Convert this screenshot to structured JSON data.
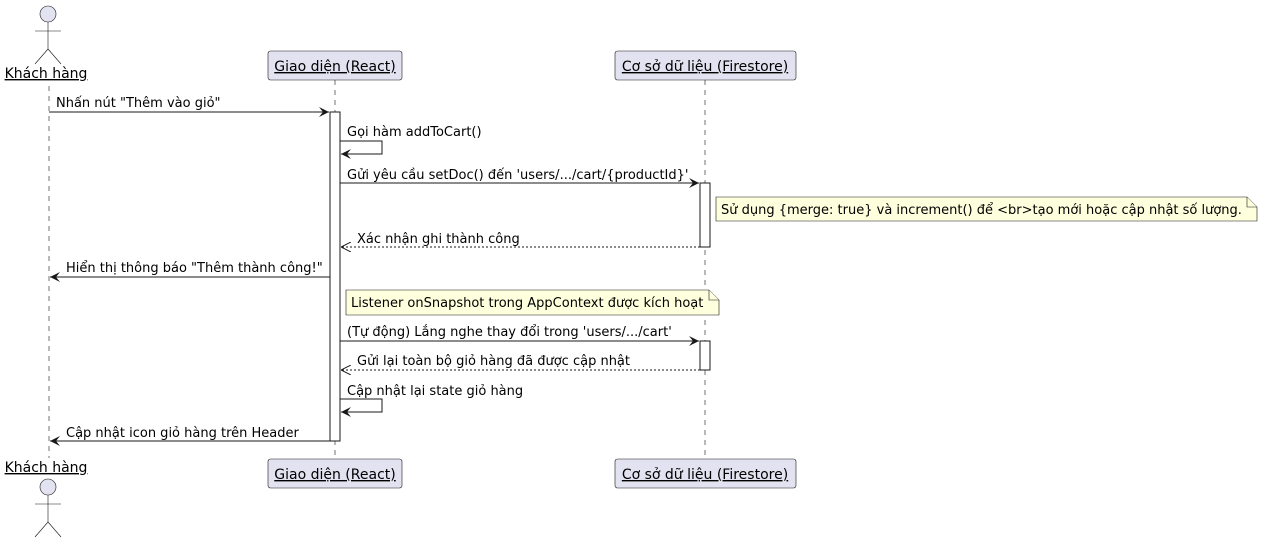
{
  "participants": {
    "customer": "Khách hàng",
    "ui": "Giao diện (React)",
    "db": "Cơ sở dữ liệu (Firestore)"
  },
  "messages": [
    "Nhấn nút \"Thêm vào giỏ\"",
    "Gọi hàm addToCart()",
    "Gửi yêu cầu setDoc() đến 'users/.../cart/{productId}'",
    "Xác nhận ghi thành công",
    "Hiển thị thông báo \"Thêm thành công!\"",
    "(Tự động) Lắng nghe thay đổi trong 'users/.../cart'",
    "Gửi lại toàn bộ giỏ hàng đã được cập nhật",
    "Cập nhật lại state giỏ hàng",
    "Cập nhật icon giỏ hàng trên Header"
  ],
  "notes": [
    "Sử dụng {merge: true} và increment() để <br>tạo mới hoặc cập nhật số lượng.",
    "Listener onSnapshot trong AppContext được kích hoạt"
  ],
  "colors": {
    "participant_fill": "#E2E2F0",
    "note_fill": "#FEFFDD",
    "line": "#181818"
  }
}
